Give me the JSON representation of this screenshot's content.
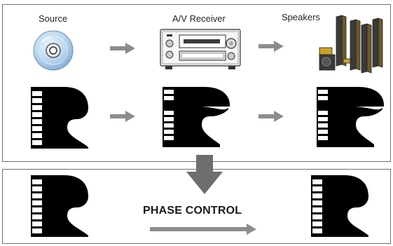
{
  "labels": {
    "source": "Source",
    "receiver": "A/V Receiver",
    "speakers": "Speakers",
    "phase_control": "PHASE CONTROL"
  },
  "colors": {
    "arrow": "#8c8c8c",
    "down_arrow": "#6e6e6e",
    "piano": "#000000",
    "disc": "#b9d6ee",
    "speaker_gold": "#c9a227"
  },
  "icons": {
    "source": "cd-disc-icon",
    "receiver": "av-receiver-icon",
    "speakers": "speakers-icon",
    "piano": "grand-piano-icon"
  }
}
